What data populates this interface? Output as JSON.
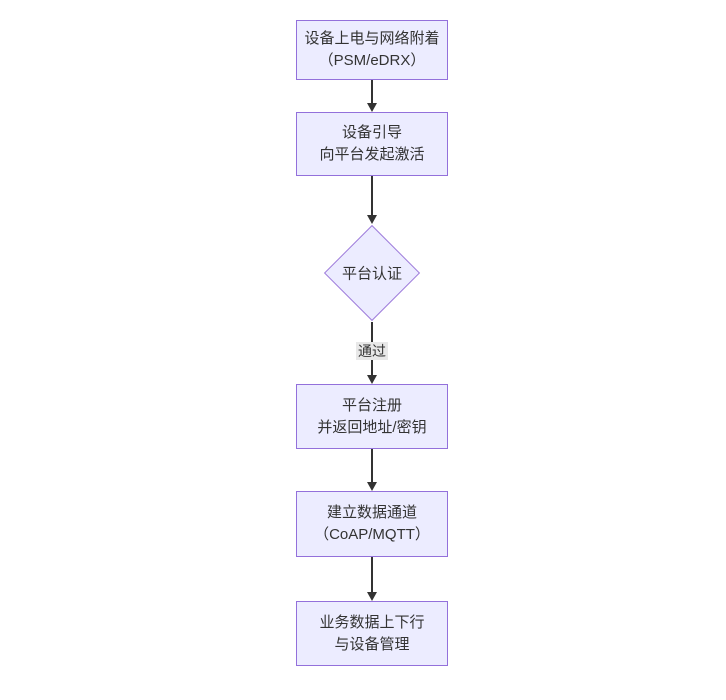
{
  "diagram": {
    "type": "flowchart",
    "direction": "top-down",
    "nodes": [
      {
        "id": "device-power",
        "shape": "rect",
        "lines": [
          "设备上电与网络附着",
          "（PSM/eDRX）"
        ]
      },
      {
        "id": "device-bootstrap",
        "shape": "rect",
        "lines": [
          "设备引导",
          "向平台发起激活"
        ]
      },
      {
        "id": "platform-auth",
        "shape": "diamond",
        "lines": [
          "平台认证"
        ]
      },
      {
        "id": "platform-register",
        "shape": "rect",
        "lines": [
          "平台注册",
          "并返回地址/密钥"
        ]
      },
      {
        "id": "data-channel",
        "shape": "rect",
        "lines": [
          "建立数据通道",
          "（CoAP/MQTT）"
        ]
      },
      {
        "id": "business-data",
        "shape": "rect",
        "lines": [
          "业务数据上下行",
          "与设备管理"
        ]
      }
    ],
    "edges": [
      {
        "from": "device-power",
        "to": "device-bootstrap",
        "label": ""
      },
      {
        "from": "device-bootstrap",
        "to": "platform-auth",
        "label": ""
      },
      {
        "from": "platform-auth",
        "to": "platform-register",
        "label": "通过"
      },
      {
        "from": "platform-register",
        "to": "data-channel",
        "label": ""
      },
      {
        "from": "data-channel",
        "to": "business-data",
        "label": ""
      }
    ],
    "colors": {
      "node_fill": "#ECECFF",
      "node_border": "#9370DB",
      "edge": "#333333",
      "text": "#333333",
      "edge_label_bg": "#E8E8E8",
      "background": "#FFFFFF"
    }
  }
}
